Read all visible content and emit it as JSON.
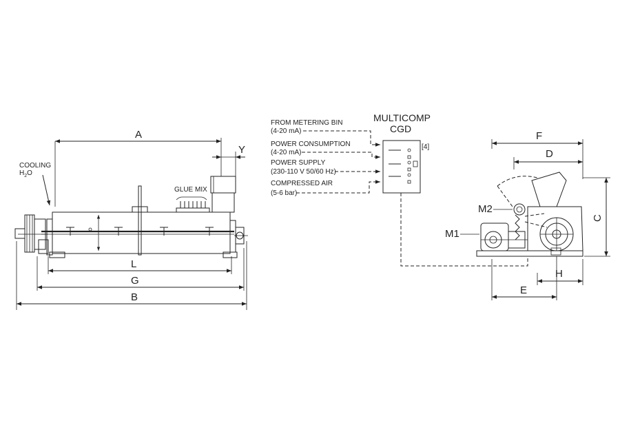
{
  "left_view": {
    "dim_a": "A",
    "dim_y": "Y",
    "dim_l": "L",
    "dim_g": "G",
    "dim_b": "B",
    "cooling_label": "COOLING",
    "cooling_h": "H",
    "cooling_sub": "2",
    "cooling_o": "O",
    "glue_mix_label": "GLUE MIX"
  },
  "control": {
    "title_line1": "MULTICOMP",
    "title_line2": "CGD",
    "ref_number": "[4]",
    "inputs": [
      {
        "line1": "FROM METERING BIN",
        "line2": "(4-20  mA)"
      },
      {
        "line1": "POWER CONSUMPTION",
        "line2": "(4-20  mA)"
      },
      {
        "line1": "POWER SUPPLY",
        "line2": "(230-110 V 50/60 Hz)"
      },
      {
        "line1": "COMPRESSED AIR",
        "line2": "(5-6 bar)"
      }
    ]
  },
  "right_view": {
    "dim_f": "F",
    "dim_d": "D",
    "dim_c": "C",
    "dim_h": "H",
    "dim_e": "E",
    "motor_m1": "M1",
    "motor_m2": "M2"
  }
}
